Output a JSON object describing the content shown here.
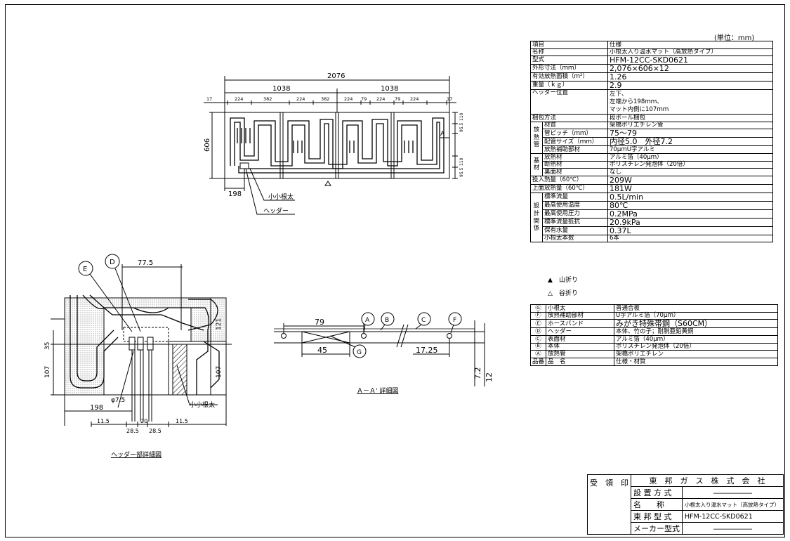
{
  "spec": {
    "unit": "(単位：mm)",
    "rows": [
      {
        "k": "項目",
        "v": "仕様"
      },
      {
        "k": "名称",
        "v": "小根太入り温水マット（高放熱タイプ）"
      },
      {
        "k": "型式",
        "v": "HFM-12CC-SKD0621",
        "big": true
      },
      {
        "k": "外形寸法（ｍｍ）",
        "v": "2,076×606×12",
        "big": true
      },
      {
        "k": "有効放熱面積（ｍ²）",
        "v": "1.26",
        "big": true
      },
      {
        "k": "重量（ｋｇ）",
        "v": "2.9",
        "big": true
      }
    ],
    "header_pos": {
      "k": "ヘッダー位置",
      "v1": "左下、",
      "v2": "左端から198ｍｍ、",
      "v3": "マット内側に107ｍｍ"
    },
    "packing": {
      "k": "梱包方法",
      "v": "段ボール梱包"
    },
    "houne_group": "放熱管",
    "houne": [
      {
        "k": "材質",
        "v": "架橋ポリエチレン管"
      },
      {
        "k": "管ピッチ（ｍｍ）",
        "v": "75～79",
        "big": true
      },
      {
        "k": "配管サイズ（ｍｍ）",
        "v": "内径5.0　外径7.2",
        "big": true
      },
      {
        "k": "放熱補助部材",
        "v": "70μｍU字アルミ"
      }
    ],
    "kizai_group": "基材",
    "kizai": [
      {
        "k": "放熱材",
        "v": "アルミ箔（40μｍ）"
      },
      {
        "k": "断熱材",
        "v": "ポリスチレン発泡体（20倍）"
      },
      {
        "k": "裏面材",
        "v": "なし"
      }
    ],
    "heat": [
      {
        "k": "投入熱量（60℃）",
        "v": "209W",
        "big": true
      },
      {
        "k": "上面放熱量（60℃）",
        "v": "181W",
        "big": true
      }
    ],
    "design_group": "設計関係",
    "design": [
      {
        "k": "標準流量",
        "v": "0.5L/min",
        "big": true
      },
      {
        "k": "最高使用温度",
        "v": "80℃",
        "big": true
      },
      {
        "k": "最高使用圧力",
        "v": "0.2MPa",
        "big": true
      },
      {
        "k": "標準流量抵抗",
        "v": "20.9kPa",
        "big": true
      },
      {
        "k": "保有水量",
        "v": "0.37L",
        "big": true
      },
      {
        "k": "小根太本数",
        "v": "6本"
      }
    ]
  },
  "legend": {
    "mountain": "山折り",
    "valley": "谷折り"
  },
  "parts": {
    "rows": [
      {
        "c": "Ⓖ",
        "k": "小根太",
        "v": "普通合板"
      },
      {
        "c": "Ⓕ",
        "k": "放熱補助部材",
        "v": "U字アルミ箔（70μｍ）"
      },
      {
        "c": "Ⓔ",
        "k": "ホースバンド",
        "v": "みがき特殊帯鋼（S60CM）",
        "big": true
      },
      {
        "c": "Ⓓ",
        "k": "ヘッダー",
        "v": "本体、竹の子；耐脱亜鉛黄銅"
      },
      {
        "c": "Ⓒ",
        "k": "表面材",
        "v": "アルミ箔（40μｍ）"
      },
      {
        "c": "Ⓑ",
        "k": "本体",
        "v": "ポリスチレン発泡体（20倍）"
      },
      {
        "c": "Ⓐ",
        "k": "放熱管",
        "v": "架橋ポリエチレン"
      }
    ],
    "footer": {
      "c": "品番",
      "k": "品　名",
      "v": "仕様・材質"
    }
  },
  "titleblock": {
    "stamp": "受　領　印",
    "company": "東　邦　ガ　ス　株　式　会　社",
    "rows": [
      {
        "k": "設 置 方 式",
        "v": "―――――"
      },
      {
        "k": "名　　称",
        "v": "小根太入り温水マット（高放熱タイプ）",
        "small": true
      },
      {
        "k": "東 邦 型 式",
        "v": "HFM-12CC-SKD0621"
      },
      {
        "k": "メーカー型式",
        "v": "―――――"
      }
    ]
  },
  "plan": {
    "overall": "2076",
    "half1": "1038",
    "half2": "1038",
    "seg": [
      "17",
      "224",
      "382",
      "224",
      "382",
      "224",
      "79",
      "224",
      "79",
      "224",
      "17"
    ],
    "height": "606",
    "left_offset": "198",
    "right_a": "110",
    "right_b": "95.5",
    "right_c": "110",
    "right_d": "95.5",
    "label_neda": "小小根太",
    "label_header": "ヘッダー",
    "section": "A"
  },
  "header_detail": {
    "balloon_e": "E",
    "balloon_d": "D",
    "dim_top": "77.5",
    "dim_35": "35",
    "dim_107a": "107",
    "dim_107b": "107",
    "dim_121": "121",
    "dim_198": "198",
    "dim_phi": "φ7.5",
    "dim_115a": "11.5",
    "dim_285a": "28.5",
    "dim_20": "20",
    "dim_285b": "28.5",
    "dim_115b": "11.5",
    "label_neda": "小小根太",
    "caption": "ヘッダー部詳細図"
  },
  "section_detail": {
    "balloons": [
      "A",
      "B",
      "C",
      "F",
      "G"
    ],
    "dim_79": "79",
    "dim_45": "45",
    "dim_1725": "17.25",
    "dim_72": "7.2",
    "dim_12": "12",
    "caption": "Ａ－Ａ' 詳細図"
  }
}
